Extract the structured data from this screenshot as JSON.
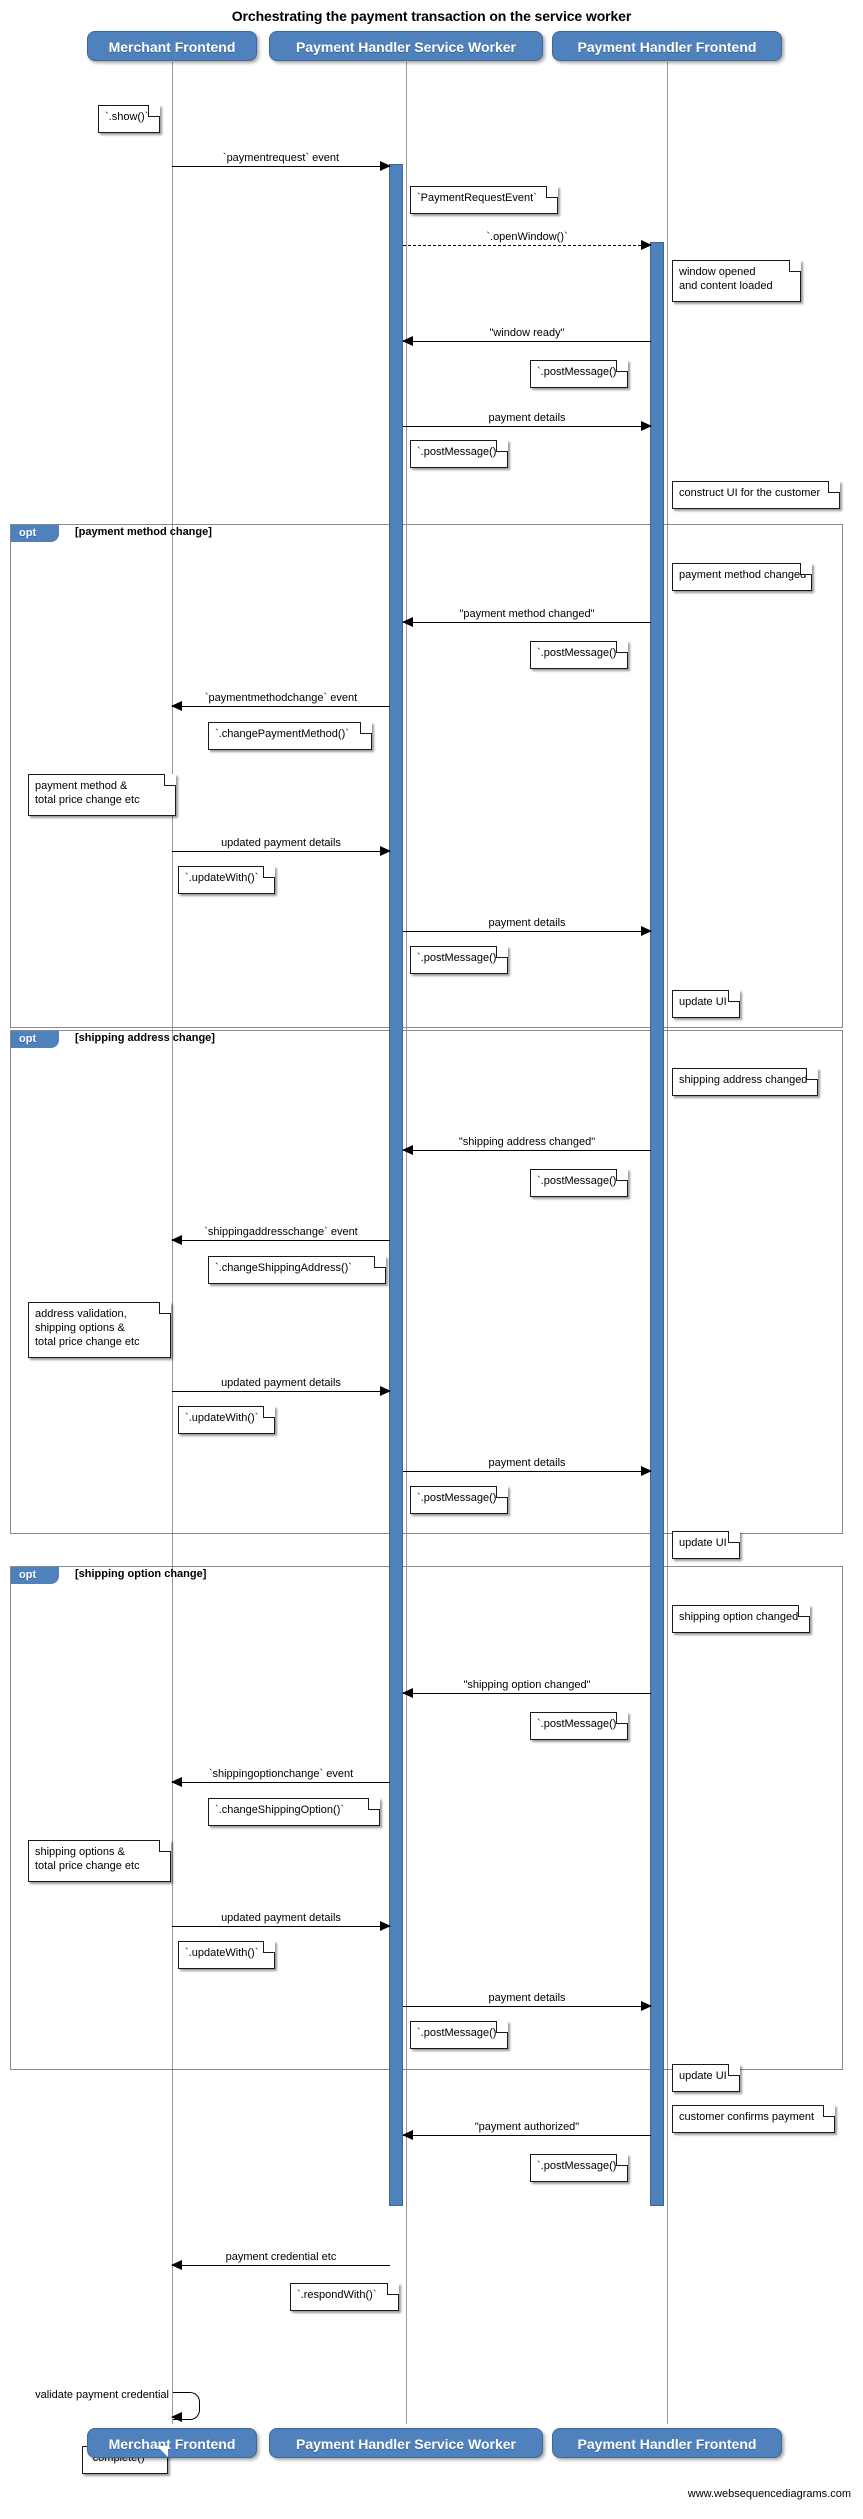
{
  "diagram": {
    "title": "Orchestrating the payment transaction on the service worker",
    "footer": "www.websequencediagrams.com",
    "accent_color": "#4f81bd",
    "actors": [
      {
        "id": "merchant",
        "label": "Merchant Frontend"
      },
      {
        "id": "sw",
        "label": "Payment Handler Service Worker"
      },
      {
        "id": "phf",
        "label": "Payment Handler Frontend"
      }
    ],
    "actors_bottom": [
      {
        "id": "merchant",
        "label": "Merchant Frontend"
      },
      {
        "id": "sw",
        "label": "Payment Handler Service Worker"
      },
      {
        "id": "phf",
        "label": "Payment Handler Frontend"
      }
    ],
    "fragments": [
      {
        "id": "opt1",
        "tag": "opt",
        "label": "[payment method change]"
      },
      {
        "id": "opt2",
        "tag": "opt",
        "label": "[shipping address change]"
      },
      {
        "id": "opt3",
        "tag": "opt",
        "label": "[shipping option change]"
      }
    ],
    "messages": [
      {
        "id": "m1",
        "text": "`paymentrequest` event"
      },
      {
        "id": "m2",
        "text": "`.openWindow()`"
      },
      {
        "id": "m3",
        "text": "\"window ready\""
      },
      {
        "id": "m4",
        "text": "payment details"
      },
      {
        "id": "m5",
        "text": "\"payment method changed\""
      },
      {
        "id": "m6",
        "text": "`paymentmethodchange` event"
      },
      {
        "id": "m7",
        "text": "updated payment details"
      },
      {
        "id": "m8",
        "text": "payment details"
      },
      {
        "id": "m9",
        "text": "\"shipping address changed\""
      },
      {
        "id": "m10",
        "text": "`shippingaddresschange` event"
      },
      {
        "id": "m11",
        "text": "updated payment details"
      },
      {
        "id": "m12",
        "text": "payment details"
      },
      {
        "id": "m13",
        "text": "\"shipping option changed\""
      },
      {
        "id": "m14",
        "text": "`shippingoptionchange` event"
      },
      {
        "id": "m15",
        "text": "updated payment details"
      },
      {
        "id": "m16",
        "text": "payment details"
      },
      {
        "id": "m17",
        "text": "\"payment authorized\""
      },
      {
        "id": "m18",
        "text": "payment credential etc"
      },
      {
        "id": "m19",
        "text": "validate payment credential"
      }
    ],
    "notes": [
      {
        "id": "n1",
        "text": "`.show()`"
      },
      {
        "id": "n2",
        "text": "`PaymentRequestEvent`"
      },
      {
        "id": "n3",
        "text": "window opened\nand content loaded"
      },
      {
        "id": "n4",
        "text": "`.postMessage()`"
      },
      {
        "id": "n5",
        "text": "`.postMessage()`"
      },
      {
        "id": "n6",
        "text": "construct UI for the customer"
      },
      {
        "id": "n7",
        "text": "payment method changed"
      },
      {
        "id": "n8",
        "text": "`.postMessage()`"
      },
      {
        "id": "n9",
        "text": "`.changePaymentMethod()`"
      },
      {
        "id": "n10",
        "text": "payment method &\ntotal price change etc"
      },
      {
        "id": "n11",
        "text": "`.updateWith()`"
      },
      {
        "id": "n12",
        "text": "`.postMessage()`"
      },
      {
        "id": "n13",
        "text": "update UI"
      },
      {
        "id": "n14",
        "text": "shipping address changed"
      },
      {
        "id": "n15",
        "text": "`.postMessage()`"
      },
      {
        "id": "n16",
        "text": "`.changeShippingAddress()`"
      },
      {
        "id": "n17",
        "text": "address validation,\nshipping options &\ntotal price change etc"
      },
      {
        "id": "n18",
        "text": "`.updateWith()`"
      },
      {
        "id": "n19",
        "text": "`.postMessage()`"
      },
      {
        "id": "n20",
        "text": "update UI"
      },
      {
        "id": "n21",
        "text": "shipping option changed"
      },
      {
        "id": "n22",
        "text": "`.postMessage()`"
      },
      {
        "id": "n23",
        "text": "`.changeShippingOption()`"
      },
      {
        "id": "n24",
        "text": "shipping options &\ntotal price change etc"
      },
      {
        "id": "n25",
        "text": "`.updateWith()`"
      },
      {
        "id": "n26",
        "text": "`.postMessage()`"
      },
      {
        "id": "n27",
        "text": "update UI"
      },
      {
        "id": "n28",
        "text": "customer confirms payment"
      },
      {
        "id": "n29",
        "text": "`.postMessage()`"
      },
      {
        "id": "n30",
        "text": "`.respondWith()`"
      },
      {
        "id": "n31",
        "text": "`complete()`"
      }
    ]
  }
}
